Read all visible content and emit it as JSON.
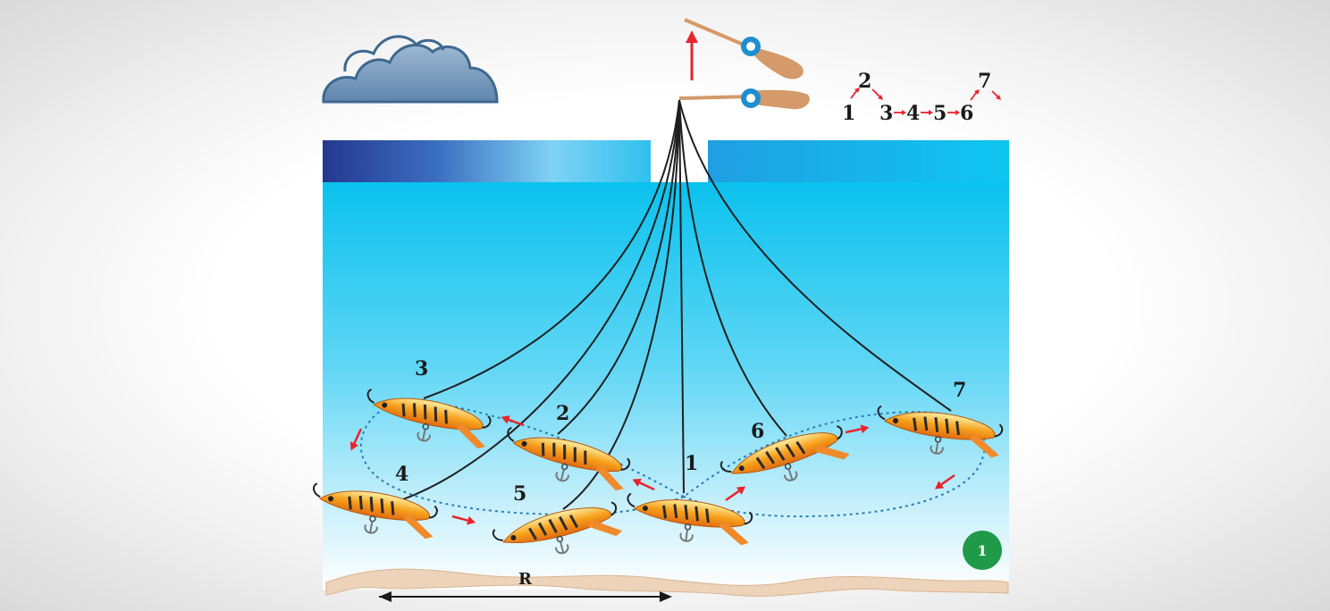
{
  "diagram": {
    "lure_labels": {
      "l1": "1",
      "l2": "2",
      "l3": "3",
      "l4": "4",
      "l5": "5",
      "l6": "6",
      "l7": "7"
    },
    "sequence": {
      "s1": "1",
      "s2": "2",
      "s3": "3",
      "s4": "4",
      "s5": "5",
      "s6": "6",
      "s7": "7"
    },
    "radius_label": "R",
    "badge": "1"
  },
  "colors": {
    "water_top": "#0fc3ef",
    "water_bottom": "#ffffff",
    "ice_left": "#2a3f9a",
    "ice_right": "#1aa9e6",
    "arrow": "#e8242c",
    "path": "#2a7fb8",
    "lure_body": "#f5a623",
    "badge": "#1f9a49",
    "cloud": "#6f93b6",
    "rod_handle": "#d49a6a"
  },
  "icons": [
    "cloud-icon",
    "fishing-rod-icon",
    "lure-icon",
    "arrow-icon"
  ]
}
